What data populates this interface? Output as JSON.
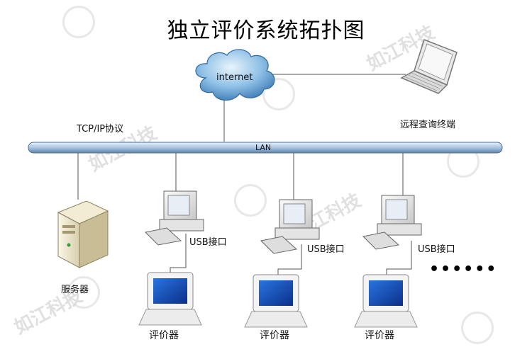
{
  "title": "独立评价系统拓扑图",
  "cloud_label": "internet",
  "lan_label": "LAN",
  "protocol_label": "TCP/IP协议",
  "remote_terminal_label": "远程查询终端",
  "server_label": "服务器",
  "usb_label": "USB接口",
  "evaluator_label": "评价器",
  "stations": [
    {
      "usb": "USB接口",
      "evaluator": "评价器"
    },
    {
      "usb": "USB接口",
      "evaluator": "评价器"
    },
    {
      "usb": "USB接口",
      "evaluator": "评价器"
    }
  ],
  "ellipsis": "••••••",
  "watermark": "如江科技",
  "colors": {
    "lan_bar": "#b8cfe6",
    "cloud": "#6fa6d6",
    "screen": "#1f5fd0",
    "watermark": "#d9d9d9"
  }
}
